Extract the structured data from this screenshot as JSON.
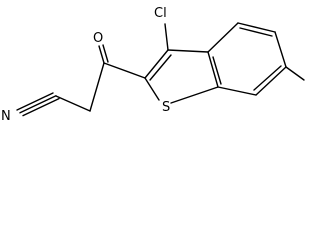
{
  "molecule": {
    "atoms": {
      "chlorine": "Cl",
      "oxygen": "O",
      "sulfur": "S",
      "nitrogen": "N"
    }
  }
}
